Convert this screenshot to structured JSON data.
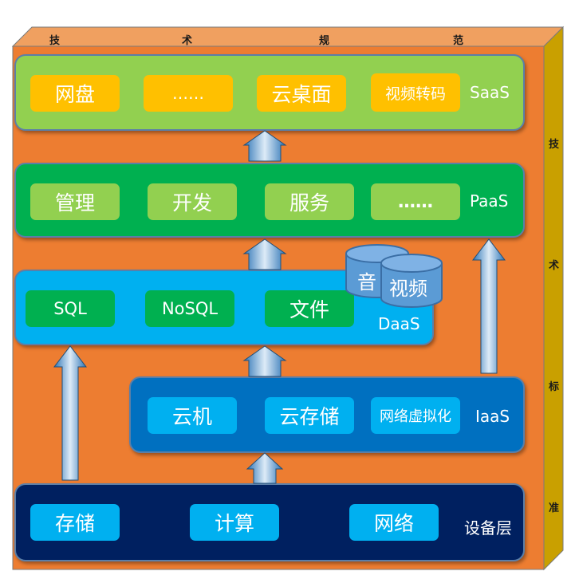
{
  "spec_top": [
    "技",
    "术",
    "规",
    "范"
  ],
  "spec_side": [
    "技",
    "术",
    "标",
    "准"
  ],
  "saas": {
    "label": "SaaS",
    "items": [
      "网盘",
      "……",
      "云桌面",
      "视频转码"
    ]
  },
  "paas": {
    "label": "PaaS",
    "items": [
      "管理",
      "开发",
      "服务",
      "……"
    ]
  },
  "daas": {
    "label": "DaaS",
    "items": [
      "SQL",
      "NoSQL",
      "文件"
    ],
    "cylinders": [
      "音",
      "视频"
    ]
  },
  "iaas": {
    "label": "IaaS",
    "items": [
      "云机",
      "云存储",
      "网络虚拟化"
    ]
  },
  "device": {
    "label": "设备层",
    "items": [
      "存储",
      "计算",
      "网络"
    ]
  },
  "colors": {
    "frame_orange": "#ED7D31",
    "side_gold": "#C9A000",
    "saas_green": "#92D050",
    "paas_green": "#00B050",
    "daas_blue": "#00B0F0",
    "iaas_blue": "#0070C0",
    "device_navy": "#002060",
    "chip_gold": "#FFC000"
  }
}
